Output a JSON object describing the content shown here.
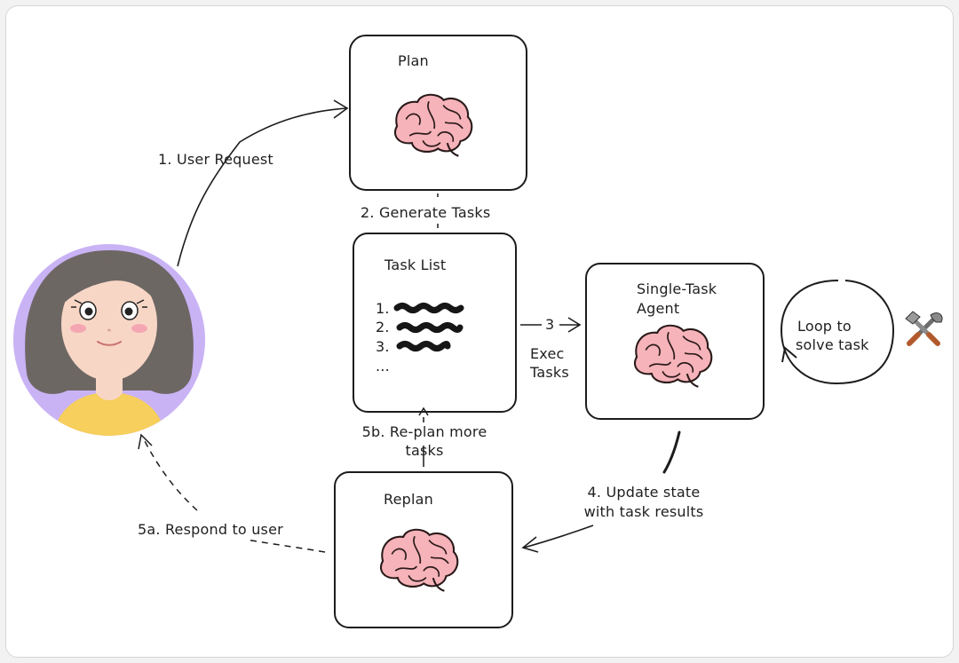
{
  "nodes": {
    "plan": {
      "title": "Plan"
    },
    "task_list": {
      "title": "Task List",
      "items": [
        "1.",
        "2.",
        "3.",
        "..."
      ]
    },
    "agent": {
      "title_line1": "Single-Task",
      "title_line2": "Agent"
    },
    "replan": {
      "title": "Replan"
    },
    "loop": {
      "line1": "Loop to",
      "line2": "solve task"
    }
  },
  "edges": {
    "user_request": "1. User Request",
    "generate_tasks": "2. Generate Tasks",
    "exec_number": "3",
    "exec_line1": "Exec",
    "exec_line2": "Tasks",
    "update_line1": "4. Update state",
    "update_line2": "with task results",
    "respond": "5a. Respond to user",
    "replan_line1": "5b. Re-plan more",
    "replan_line2": "tasks"
  },
  "colors": {
    "avatar_bg": "#c9b3f5",
    "hair": "#6d6764",
    "skin": "#f8d6c6",
    "shirt": "#f6cf5c",
    "brain": "#f6b3b9",
    "ink": "#1c1c1c"
  },
  "icons": [
    "brain-icon",
    "tools-icon",
    "user-avatar"
  ]
}
